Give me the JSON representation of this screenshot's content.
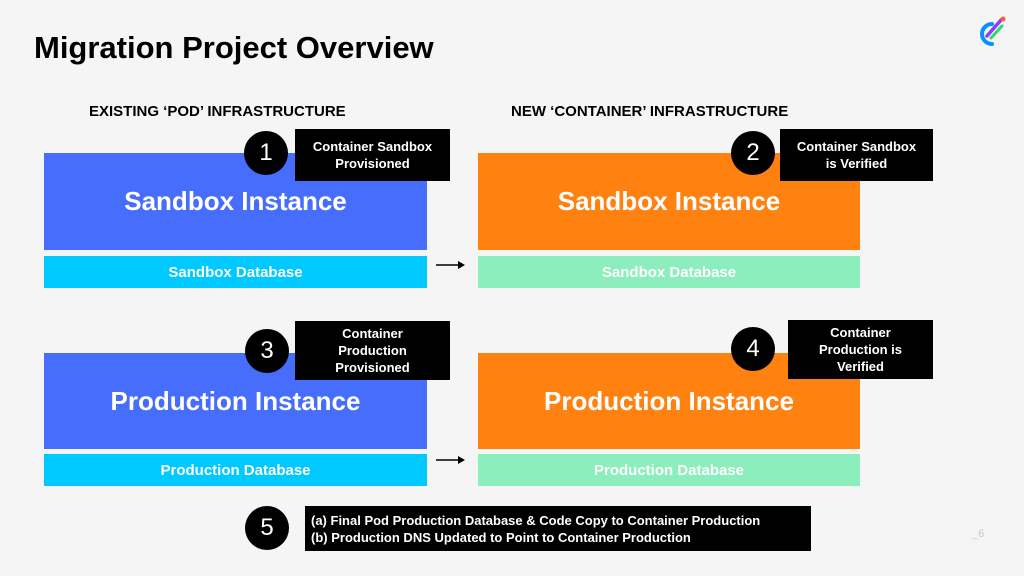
{
  "slide": {
    "title": "Migration Project Overview",
    "page_number": "_6"
  },
  "columns": {
    "existing_header": "EXISTING ‘POD’ INFRASTRUCTURE",
    "new_header": "NEW ‘CONTAINER’ INFRASTRUCTURE"
  },
  "existing": {
    "sandbox_instance": "Sandbox Instance",
    "sandbox_database": "Sandbox Database",
    "production_instance": "Production Instance",
    "production_database": "Production Database"
  },
  "container": {
    "sandbox_instance": "Sandbox Instance",
    "sandbox_database": "Sandbox Database",
    "production_instance": "Production Instance",
    "production_database": "Production Database"
  },
  "steps": [
    {
      "number": "1",
      "lines": [
        "Container Sandbox",
        "Provisioned"
      ]
    },
    {
      "number": "2",
      "lines": [
        "Container Sandbox",
        "is Verified"
      ]
    },
    {
      "number": "3",
      "lines": [
        "Container",
        "Production",
        "Provisioned"
      ]
    },
    {
      "number": "4",
      "lines": [
        "Container",
        "Production is",
        "Verified"
      ]
    },
    {
      "number": "5",
      "lines": [
        "(a) Final Pod Production Database & Code Copy to Container Production",
        "(b) Production DNS Updated to Point to Container Production"
      ]
    }
  ],
  "colors": {
    "pod_instance": "#476dfc",
    "pod_database": "#00c9ff",
    "container_instance": "#ff8110",
    "container_database": "#8beebc",
    "logo_gradient": [
      "#8a3cff",
      "#0a8fff",
      "#2bd96b",
      "#ff5a3c"
    ]
  },
  "icons": {
    "logo": "optimizely-logo-icon",
    "arrow": "right-arrow-icon"
  }
}
